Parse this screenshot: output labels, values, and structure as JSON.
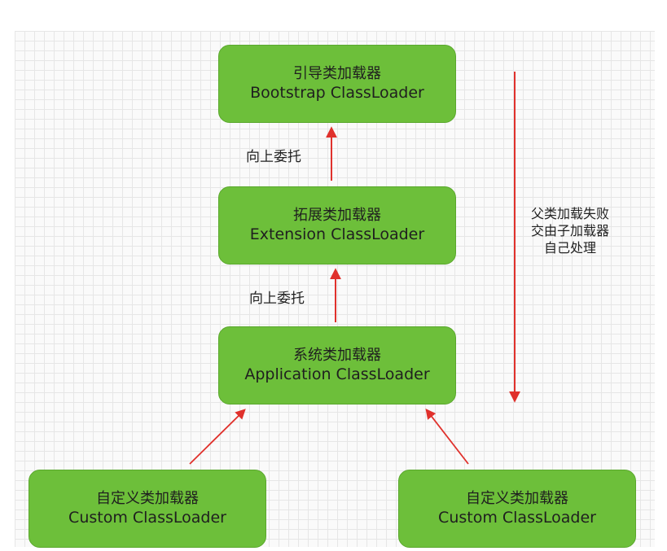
{
  "nodes": {
    "bootstrap": {
      "zh": "引导类加载器",
      "en": "Bootstrap ClassLoader"
    },
    "extension": {
      "zh": "拓展类加载器",
      "en": "Extension ClassLoader"
    },
    "application": {
      "zh": "系统类加载器",
      "en": "Application ClassLoader"
    },
    "custom_left": {
      "zh": "自定义类加载器",
      "en": "Custom ClassLoader"
    },
    "custom_right": {
      "zh": "自定义类加载器",
      "en": "Custom ClassLoader"
    }
  },
  "edge_labels": {
    "delegate_upper": "向上委托",
    "delegate_lower": "向上委托"
  },
  "side_note": {
    "line1": "父类加载失败",
    "line2": "交由子加载器",
    "line3": "自己处理"
  },
  "colors": {
    "node_fill": "#6dbf3a",
    "arrow": "#e0312c"
  }
}
